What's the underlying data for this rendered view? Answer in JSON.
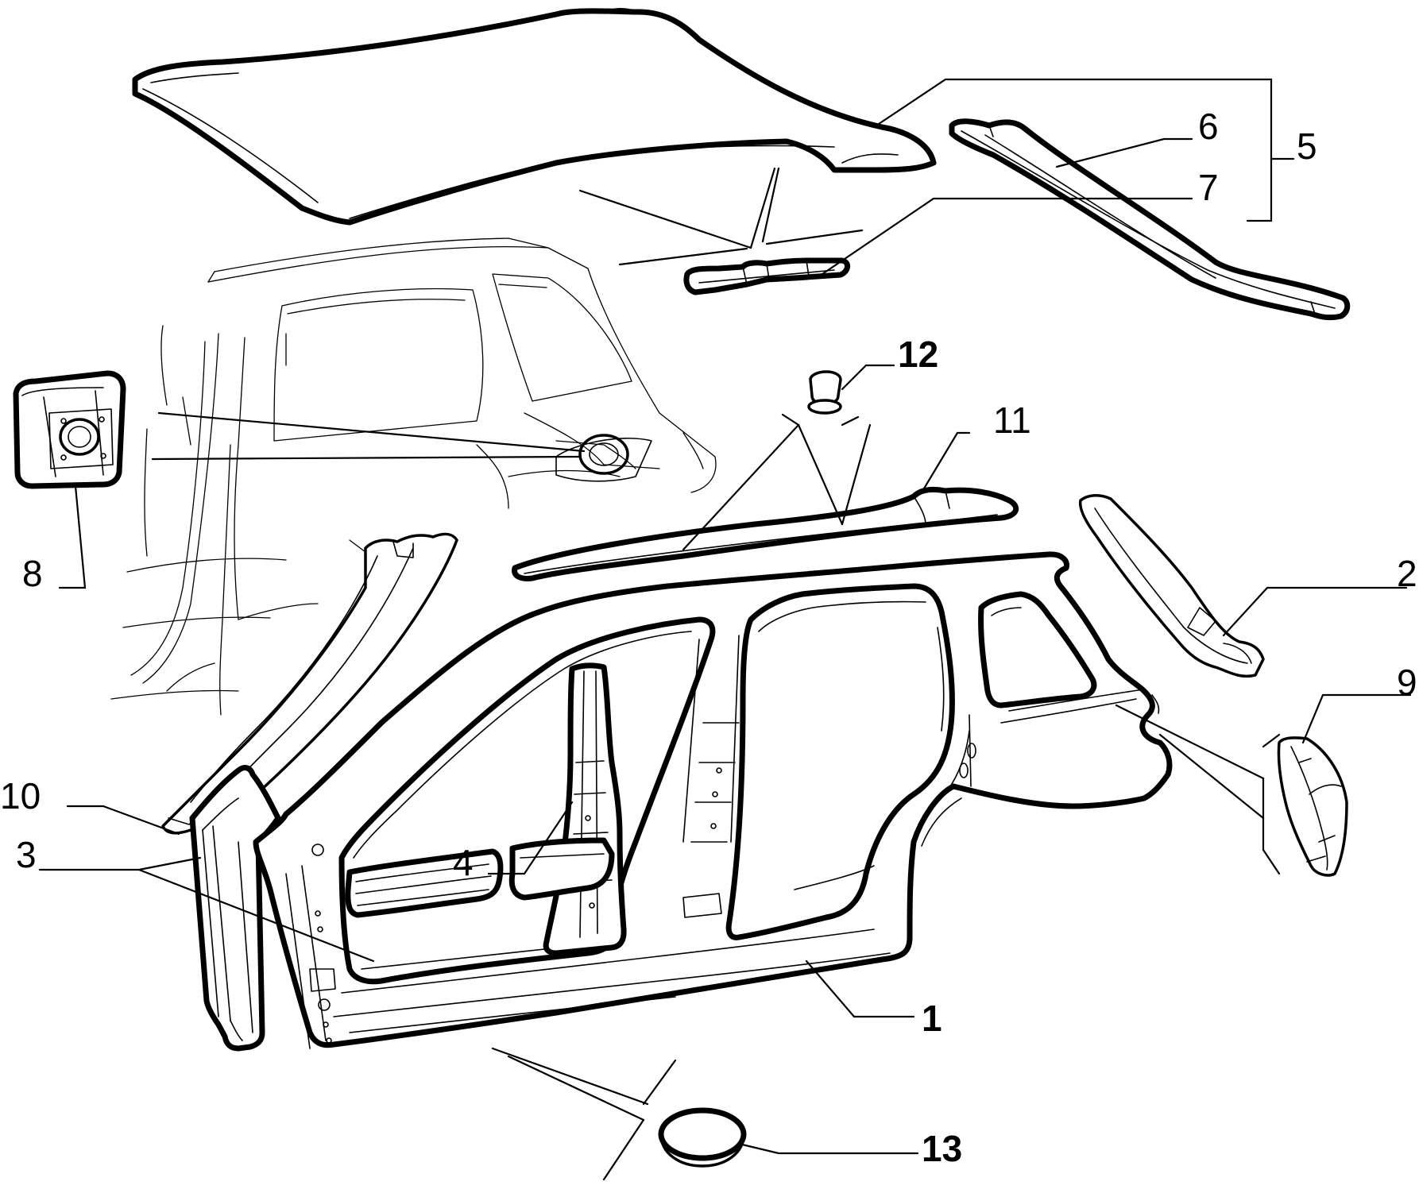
{
  "diagram": {
    "callouts": [
      {
        "id": "1",
        "text": "1",
        "bold": true
      },
      {
        "id": "2",
        "text": "2",
        "bold": false
      },
      {
        "id": "3",
        "text": "3",
        "bold": false
      },
      {
        "id": "4",
        "text": "4",
        "bold": false
      },
      {
        "id": "5",
        "text": "5",
        "bold": false
      },
      {
        "id": "6",
        "text": "6",
        "bold": false
      },
      {
        "id": "7",
        "text": "7",
        "bold": false
      },
      {
        "id": "8",
        "text": "8",
        "bold": false
      },
      {
        "id": "9",
        "text": "9",
        "bold": false
      },
      {
        "id": "10",
        "text": "10",
        "bold": false
      },
      {
        "id": "11",
        "text": "11",
        "bold": false
      },
      {
        "id": "12",
        "text": "12",
        "bold": true
      },
      {
        "id": "13",
        "text": "13",
        "bold": true
      }
    ]
  }
}
